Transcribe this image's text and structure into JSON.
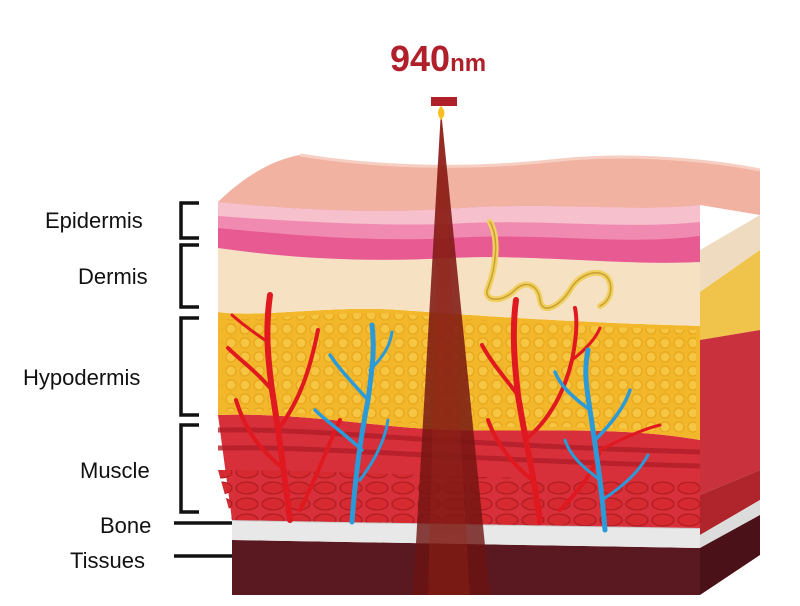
{
  "light": {
    "wavelength_value": "940",
    "wavelength_unit": "nm",
    "beam_color": "#7a1212"
  },
  "layers": [
    {
      "id": "epidermis",
      "label": "Epidermis"
    },
    {
      "id": "dermis",
      "label": "Dermis"
    },
    {
      "id": "hypodermis",
      "label": "Hypodermis"
    },
    {
      "id": "muscle",
      "label": "Muscle"
    },
    {
      "id": "bone",
      "label": "Bone"
    },
    {
      "id": "tissues",
      "label": "Tissues"
    }
  ],
  "colors": {
    "epidermis": "#f2b2a2",
    "dermis": "#f6e2c2",
    "hypodermis": "#f2b72a",
    "muscle": "#d8303a",
    "bone": "#e8e8e8",
    "tissues": "#5a1820",
    "artery": "#e01820",
    "vein": "#2a9ad8",
    "nerve": "#f0d060"
  }
}
